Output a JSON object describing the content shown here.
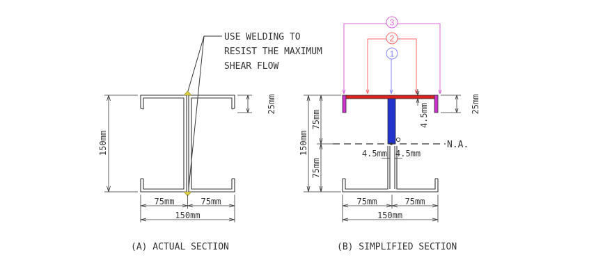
{
  "note": {
    "line1": "USE WELDING TO",
    "line2": "RESIST THE MAXIMUM",
    "line3": "SHEAR FLOW"
  },
  "section_a": {
    "caption": "(A) ACTUAL SECTION",
    "height_label": "150mm",
    "flange_label": "25mm",
    "left_width": "75mm",
    "right_width": "75mm",
    "total_width": "150mm"
  },
  "section_b": {
    "caption": "(B) SIMPLIFIED SECTION",
    "height_label": "150mm",
    "upper_half": "75mm",
    "lower_half": "75mm",
    "flange_label": "25mm",
    "thickness_label": "4.5mm",
    "web_left": "4.5mm",
    "web_right": "4.5mm",
    "neutral_axis": "N.A.",
    "left_width": "75mm",
    "right_width": "75mm",
    "total_width": "150mm",
    "markers": [
      "1",
      "2",
      "3"
    ]
  },
  "colors": {
    "line": "#333333",
    "flange_red": "#dd2222",
    "web_blue": "#2233cc",
    "lip_magenta": "#cc33cc",
    "marker_1": "#8888ff",
    "marker_2": "#ff6666",
    "marker_3": "#dd66dd",
    "weld": "#e0d040"
  }
}
